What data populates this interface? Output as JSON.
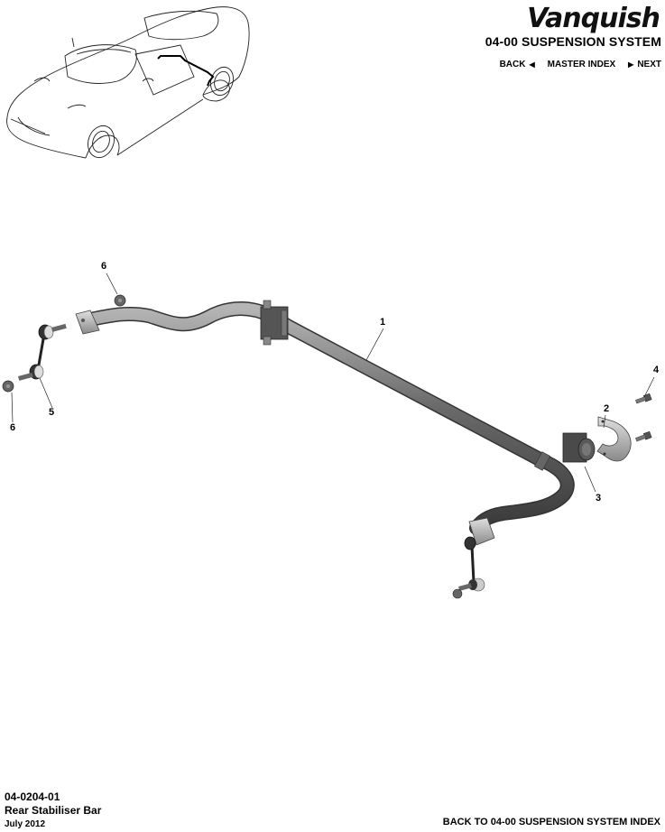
{
  "header": {
    "brand": "Vanquish",
    "section_title": "04-00 SUSPENSION SYSTEM",
    "nav": {
      "back_label": "BACK",
      "back_icon": "triangle-left-icon",
      "master_index_label": "MASTER INDEX",
      "next_label": "NEXT",
      "next_icon": "triangle-right-icon"
    }
  },
  "illustration": {
    "locator": "car-locator-outline",
    "callouts": [
      {
        "number": "1",
        "part": "stabiliser-bar"
      },
      {
        "number": "2",
        "part": "clamp"
      },
      {
        "number": "3",
        "part": "bush"
      },
      {
        "number": "4",
        "part": "bolt"
      },
      {
        "number": "5",
        "part": "drop-link"
      },
      {
        "number": "6",
        "part": "nut"
      },
      {
        "number": "6",
        "part": "nut"
      }
    ]
  },
  "footer": {
    "code": "04-0204-01",
    "name": "Rear Stabiliser Bar",
    "date": "July 2012",
    "back_to_index_label": "BACK TO 04-00 SUSPENSION SYSTEM INDEX"
  }
}
